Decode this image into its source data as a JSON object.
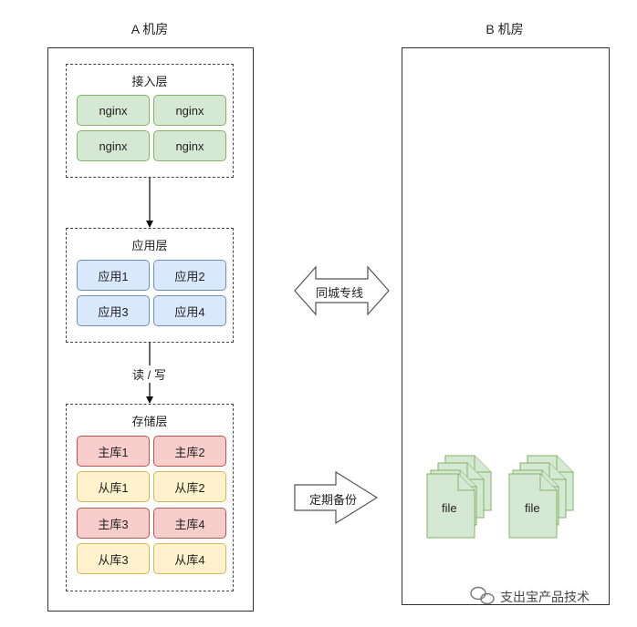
{
  "room_a": {
    "title": "A 机房",
    "access_layer": {
      "title": "接入层",
      "nodes": [
        "nginx",
        "nginx",
        "nginx",
        "nginx"
      ]
    },
    "app_layer": {
      "title": "应用层",
      "nodes": [
        "应用1",
        "应用2",
        "应用3",
        "应用4"
      ]
    },
    "storage_layer": {
      "title": "存储层",
      "masters": [
        "主库1",
        "主库2",
        "主库3",
        "主库4"
      ],
      "slaves": [
        "从库1",
        "从库2",
        "从库3",
        "从库4"
      ]
    },
    "rw_label": "读 / 写"
  },
  "room_b": {
    "title": "B 机房",
    "files": [
      "file",
      "file"
    ]
  },
  "links": {
    "dedicated_line": "同城专线",
    "scheduled_backup": "定期备份"
  },
  "watermark": "支出宝产品技术",
  "colors": {
    "green_fill": "#d5e8d4",
    "green_stroke": "#82b366",
    "blue_fill": "#dae8fc",
    "blue_stroke": "#6c8ebf",
    "red_fill": "#f8cecc",
    "red_stroke": "#b85450",
    "yellow_fill": "#fff2cc",
    "yellow_stroke": "#d6b656"
  }
}
